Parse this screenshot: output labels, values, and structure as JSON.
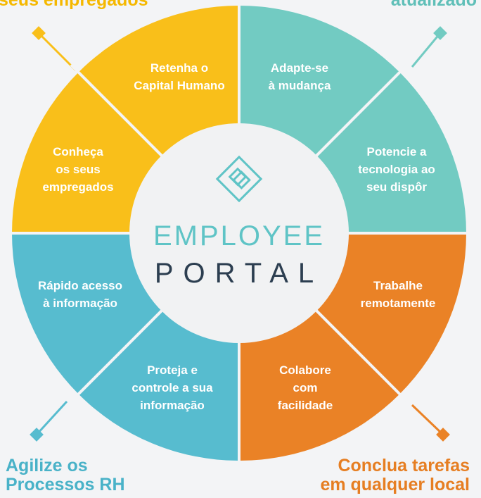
{
  "center": {
    "line1": "EMPLOYEE",
    "line2": "PORTAL"
  },
  "colors": {
    "yellow": "#f9bf1a",
    "teal": "#72cbc2",
    "orange": "#ea8226",
    "blue": "#57bccf",
    "center": "#f1f2f3",
    "background": "#f3f4f6"
  },
  "corners": {
    "top_left": {
      "line1": "seus empregados",
      "line2": "",
      "color": "#f5b800"
    },
    "top_right": {
      "line1": "atualizado",
      "line2": "",
      "color": "#5fbfb8"
    },
    "bottom_left": {
      "line1": "Agilize os",
      "line2": "Processos RH",
      "color": "#49b2c8"
    },
    "bottom_right": {
      "line1": "Conclua tarefas",
      "line2": "em qualquer local",
      "color": "#e67e22"
    }
  },
  "segments": [
    {
      "id": "retenha",
      "color_group": "yellow",
      "lines": [
        "Retenha o",
        "Capital Humano"
      ]
    },
    {
      "id": "conheca",
      "color_group": "yellow",
      "lines": [
        "Conheça",
        "os seus",
        "empregados"
      ]
    },
    {
      "id": "adapte",
      "color_group": "teal",
      "lines": [
        "Adapte-se",
        "à mudança"
      ]
    },
    {
      "id": "potencie",
      "color_group": "teal",
      "lines": [
        "Potencie a",
        "tecnologia ao",
        "seu dispôr"
      ]
    },
    {
      "id": "trabalhe",
      "color_group": "orange",
      "lines": [
        "Trabalhe",
        "remotamente"
      ]
    },
    {
      "id": "colabore",
      "color_group": "orange",
      "lines": [
        "Colabore",
        "com",
        "facilidade"
      ]
    },
    {
      "id": "proteja",
      "color_group": "blue",
      "lines": [
        "Proteja e",
        "controle a sua",
        "informação"
      ]
    },
    {
      "id": "rapido",
      "color_group": "blue",
      "lines": [
        "Rápido acesso",
        "à informação"
      ]
    }
  ]
}
